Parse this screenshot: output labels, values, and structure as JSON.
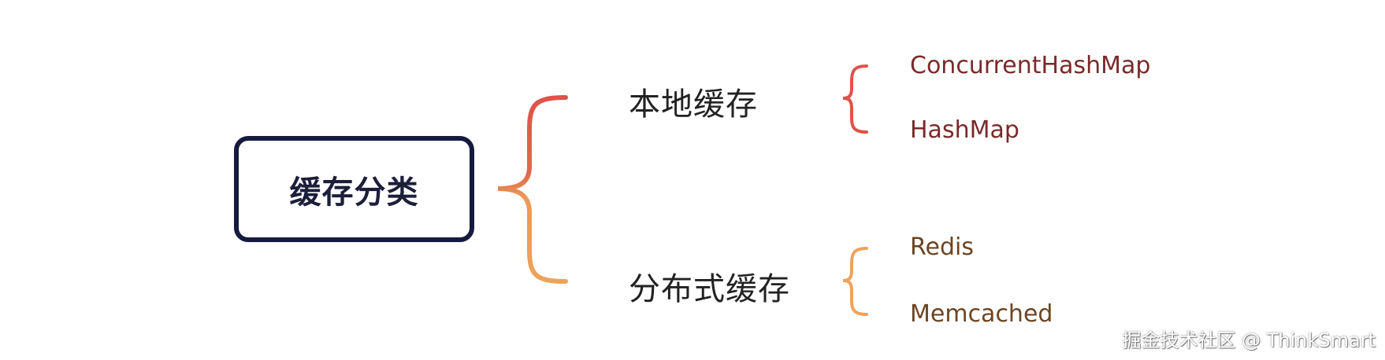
{
  "root": {
    "label": "缓存分类"
  },
  "branches": [
    {
      "label": "本地缓存",
      "color": "#e0524a",
      "leaves": [
        "ConcurrentHashMap",
        "HashMap"
      ],
      "leaf_color": "#7a2a2a"
    },
    {
      "label": "分布式缓存",
      "color": "#eea35a",
      "leaves": [
        "Redis",
        "Memcached"
      ],
      "leaf_color": "#6b4524"
    }
  ],
  "watermark": "掘金技术社区 @ ThinkSmart"
}
